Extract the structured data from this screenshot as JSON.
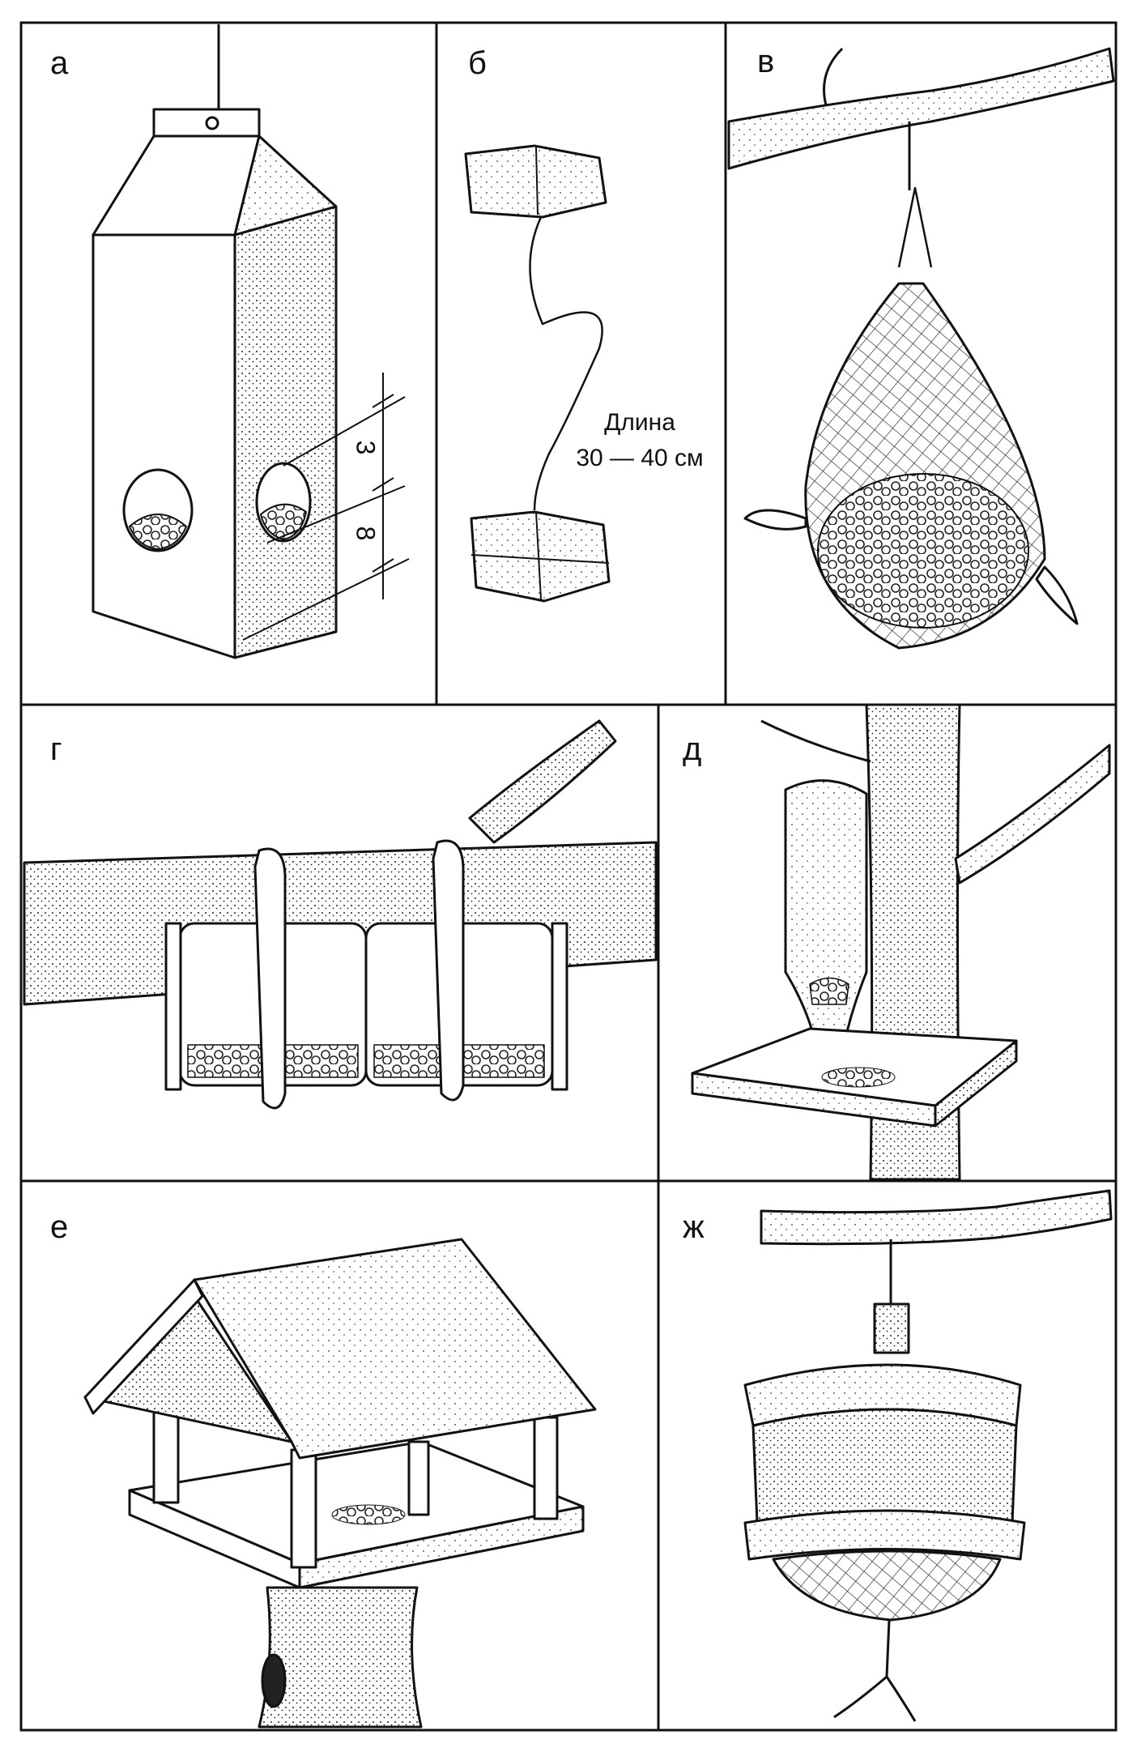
{
  "panels": [
    {
      "id": "a",
      "label": "а",
      "dims": [
        "3",
        "8"
      ]
    },
    {
      "id": "b",
      "label": "б",
      "note_line1": "Длина",
      "note_line2": "30 — 40 см"
    },
    {
      "id": "v",
      "label": "в"
    },
    {
      "id": "g",
      "label": "г"
    },
    {
      "id": "d",
      "label": "д"
    },
    {
      "id": "e",
      "label": "е"
    },
    {
      "id": "zh",
      "label": "ж"
    }
  ],
  "colors": {
    "ink": "#111111",
    "paper": "#ffffff",
    "shade": "#555555"
  }
}
